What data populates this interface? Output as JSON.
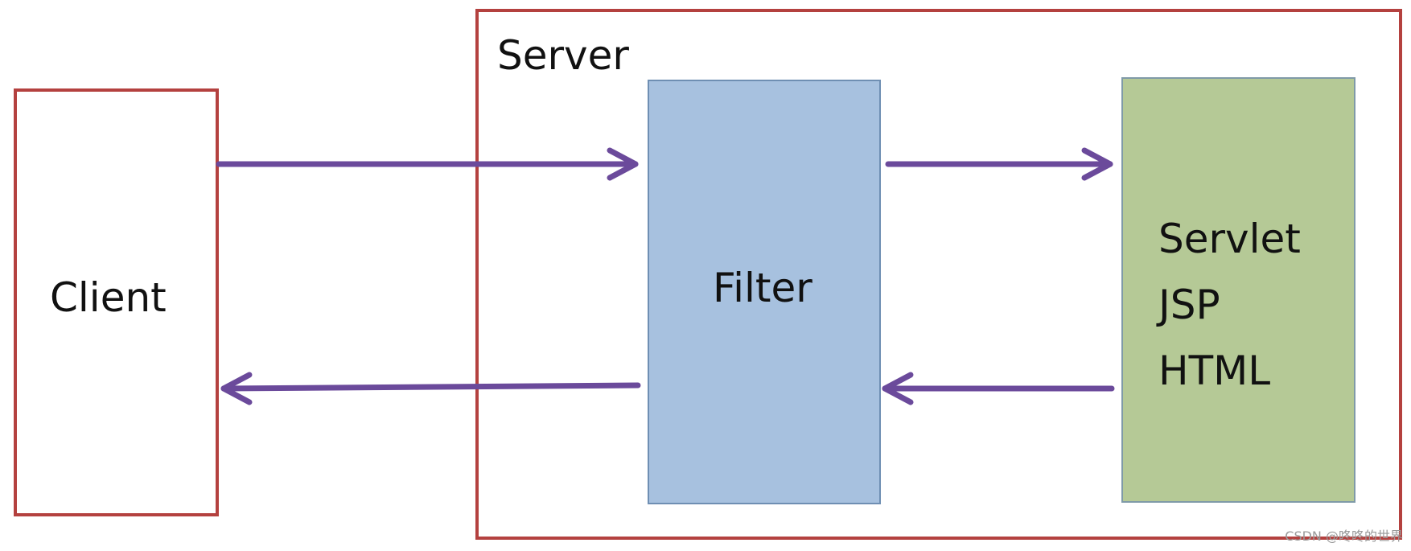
{
  "nodes": {
    "client": "Client",
    "server": "Server",
    "filter": "Filter",
    "servlet_lines": [
      "Servlet",
      "JSP",
      "HTML"
    ]
  },
  "watermark": "CSDN @咚咚的世界",
  "colors": {
    "outer_border": "#b4413f",
    "filter_fill": "#a7c1df",
    "servlet_fill": "#b5c996",
    "arrow": "#6b4a9b"
  }
}
